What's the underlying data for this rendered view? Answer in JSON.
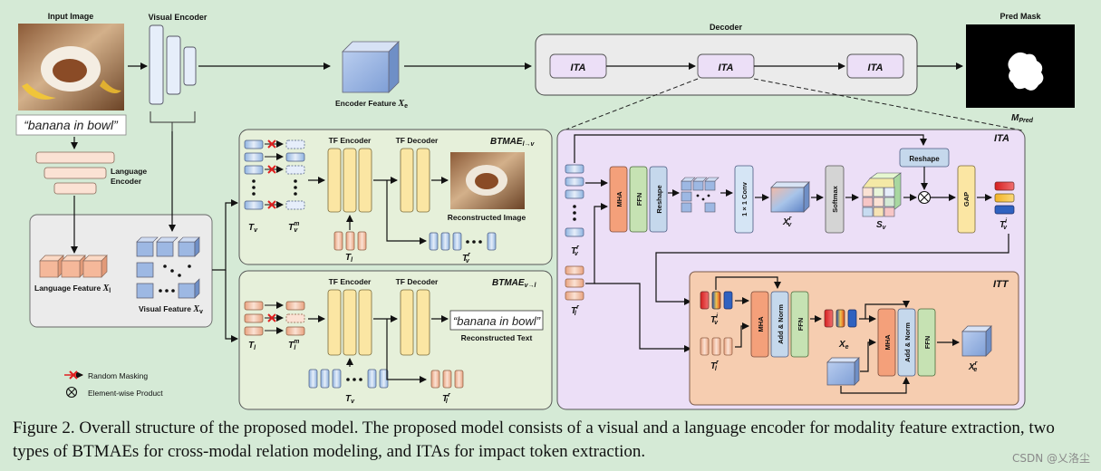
{
  "encoder": {
    "input_image": "Input Image",
    "visual_encoder": "Visual Encoder",
    "text_query": "“banana in bowl”",
    "language_encoder_line1": "Language",
    "language_encoder_line2": "Encoder",
    "encoder_feature": "Encoder Feature",
    "encoder_feature_sym": "X",
    "encoder_feature_sub": "e",
    "language_feature": "Language Feature",
    "language_feature_sym": "X",
    "language_feature_sub": "l",
    "visual_feature": "Visual Feature",
    "visual_feature_sym": "X",
    "visual_feature_sub": "v"
  },
  "decoder": {
    "title": "Decoder",
    "blocks": [
      "ITA",
      "ITA",
      "ITA"
    ]
  },
  "pred": {
    "title": "Pred Mask",
    "sym": "M",
    "sub": "Pred"
  },
  "btmae_top": {
    "title": "BTMAE",
    "sub": "l→v",
    "tf_encoder": "TF Encoder",
    "tf_decoder": "TF Decoder",
    "reconstructed": "Reconstructed Image",
    "tv": "T",
    "tv_sub": "v",
    "tvm": "T",
    "tvm_sub": "v",
    "tvm_sup": "m",
    "tl": "T",
    "tl_sub": "l",
    "tvr": "T",
    "tvr_sub": "v",
    "tvr_sup": "r"
  },
  "btmae_bottom": {
    "title": "BTMAE",
    "sub": "v→l",
    "tf_encoder": "TF Encoder",
    "tf_decoder": "TF Decoder",
    "reconstructed_text": "“banana in bowl”",
    "reconstructed": "Reconstructed Text",
    "tl": "T",
    "tl_sub": "l",
    "tlm": "T",
    "tlm_sub": "l",
    "tlm_sup": "m",
    "tv": "T",
    "tv_sub": "v",
    "tlr": "T",
    "tlr_sub": "l",
    "tlr_sup": "r"
  },
  "legend": {
    "random_masking": "Random Masking",
    "element_wise": "Element-wise Product"
  },
  "ita": {
    "title": "ITA",
    "mha": "MHA",
    "ffn": "FFN",
    "reshape": "Reshape",
    "conv": "1 × 1 Conv",
    "softmax": "Softmax",
    "reshape_top": "Reshape",
    "gap": "GAP",
    "xv_sym": "X",
    "xv_sub": "v",
    "xv_sup": "r",
    "sv_sym": "S",
    "sv_sub": "v",
    "tvi_sym": "T",
    "tvi_sub": "v",
    "tvi_sup": "i",
    "tvr_sym": "T",
    "tvr_sub": "v",
    "tvr_sup": "r",
    "tlr_sym": "T",
    "tlr_sub": "l",
    "tlr_sup": "r"
  },
  "itt": {
    "title": "ITT",
    "mha": "MHA",
    "add_norm": "Add & Norm",
    "ffn": "FFN",
    "tvi_sym": "T",
    "tvi_sub": "v",
    "tvi_sup": "i",
    "tlr_sym": "T",
    "tlr_sub": "l",
    "tlr_sup": "r",
    "xe_sym": "X",
    "xe_sub": "e",
    "xer_sym": "X",
    "xer_sub": "e",
    "xer_sup": "r"
  },
  "caption": "Figure 2. Overall structure of the proposed model. The proposed model consists of a visual and a language encoder for modality feature extraction, two types of BTMAEs for cross-modal relation modeling, and ITAs for impact token extraction.",
  "watermark": "CSDN @乂洛尘",
  "colors": {
    "background": "#d5ead6",
    "ita_panel": "#ecdff7",
    "itt_panel": "#f6cdb0",
    "btmae_panel": "#e6f0da",
    "encoder_block": "#e6eefa",
    "tf_block": "#fbe6a3",
    "mha": "#f4a07a",
    "ffn": "#c6e2b3",
    "reshape": "#c5d8ec",
    "mask_x": "#e02020"
  }
}
